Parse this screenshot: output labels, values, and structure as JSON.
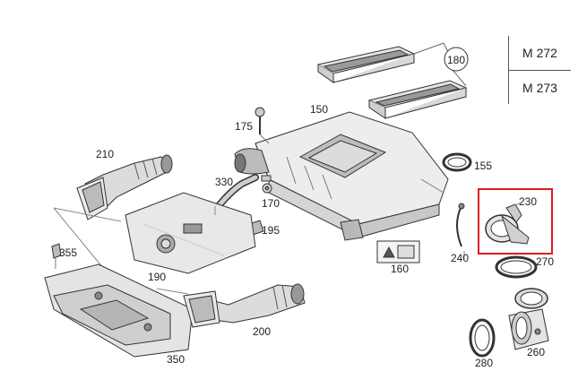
{
  "models": [
    "M 272",
    "M 273"
  ],
  "labels": {
    "p150": "150",
    "p155": "155",
    "p160": "160",
    "p170": "170",
    "p175": "175",
    "p180": "180",
    "p190": "190",
    "p195": "195",
    "p200": "200",
    "p210": "210",
    "p230": "230",
    "p240": "240",
    "p260": "260",
    "p270": "270",
    "p280": "280",
    "p330": "330",
    "p350": "350",
    "p355": "355"
  },
  "highlight": {
    "part": "230",
    "color": "#e01b24"
  }
}
